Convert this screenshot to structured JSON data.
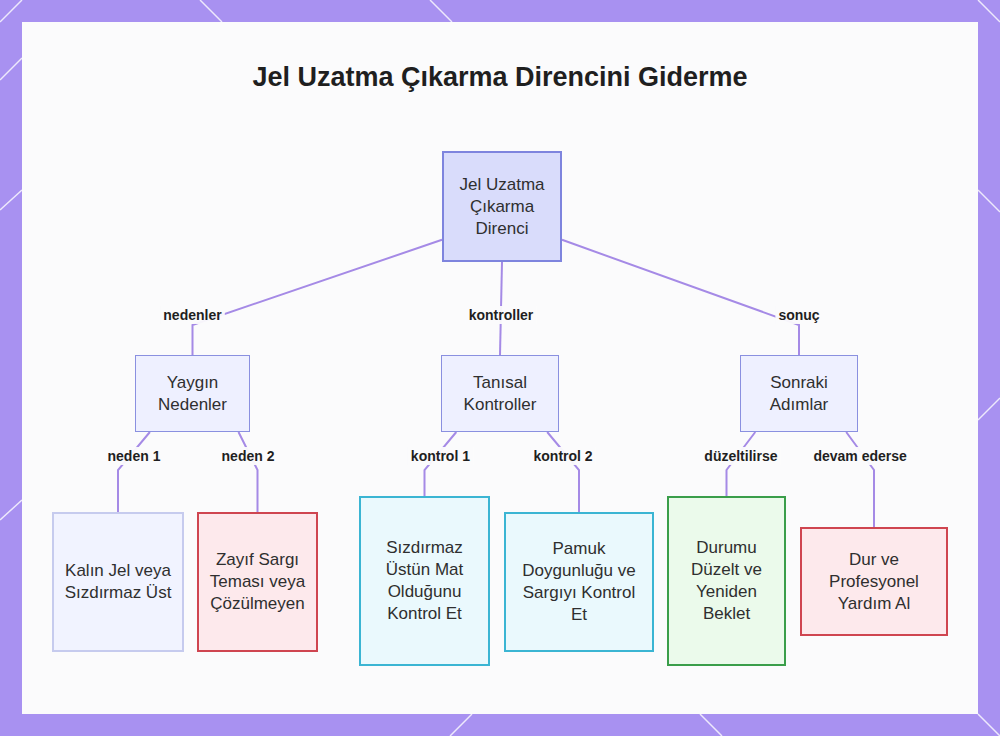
{
  "diagram": {
    "title": "Jel Uzatma Çıkarma Direncini Giderme",
    "nodes": [
      {
        "text": [
          "Jel Uzatma Çıkarma Direnci"
        ]
      },
      {
        "text": [
          "Yaygın Nedenler"
        ]
      },
      {
        "text": [
          "Tanısal Kontroller"
        ]
      },
      {
        "text": [
          "Sonraki Adımlar"
        ]
      },
      {
        "text": [
          "Kalın Jel veya Sızdırmaz Üst"
        ]
      },
      {
        "text": [
          "Zayıf Sargı Teması veya Çözülmeyen"
        ]
      },
      {
        "text": [
          "Sızdırmaz Üstün Mat Olduğunu Kontrol Et"
        ]
      },
      {
        "text": [
          "Pamuk Doygunluğu ve Sargıyı Kontrol Et"
        ]
      },
      {
        "text": [
          "Durumu Düzelt ve Yeniden Beklet"
        ]
      },
      {
        "text": [
          "Dur ve Profesyonel Yardım Al"
        ]
      }
    ],
    "edges": [
      {
        "from": 0,
        "to": 1,
        "label": "nedenler",
        "arrow": "none"
      },
      {
        "from": 0,
        "to": 2,
        "label": "kontroller",
        "arrow": "none"
      },
      {
        "from": 0,
        "to": 3,
        "label": "sonuç",
        "arrow": "none"
      },
      {
        "from": 1,
        "to": 4,
        "label": "neden 1",
        "arrow": "none"
      },
      {
        "from": 1,
        "to": 5,
        "label": "neden 2",
        "arrow": "none"
      },
      {
        "from": 2,
        "to": 6,
        "label": "kontrol 1",
        "arrow": "none"
      },
      {
        "from": 2,
        "to": 7,
        "label": "kontrol 2",
        "arrow": "none"
      },
      {
        "from": 3,
        "to": 8,
        "label": "düzeltilirse",
        "arrow": "none"
      },
      {
        "from": 3,
        "to": 9,
        "label": "devam ederse",
        "arrow": "none"
      }
    ]
  }
}
